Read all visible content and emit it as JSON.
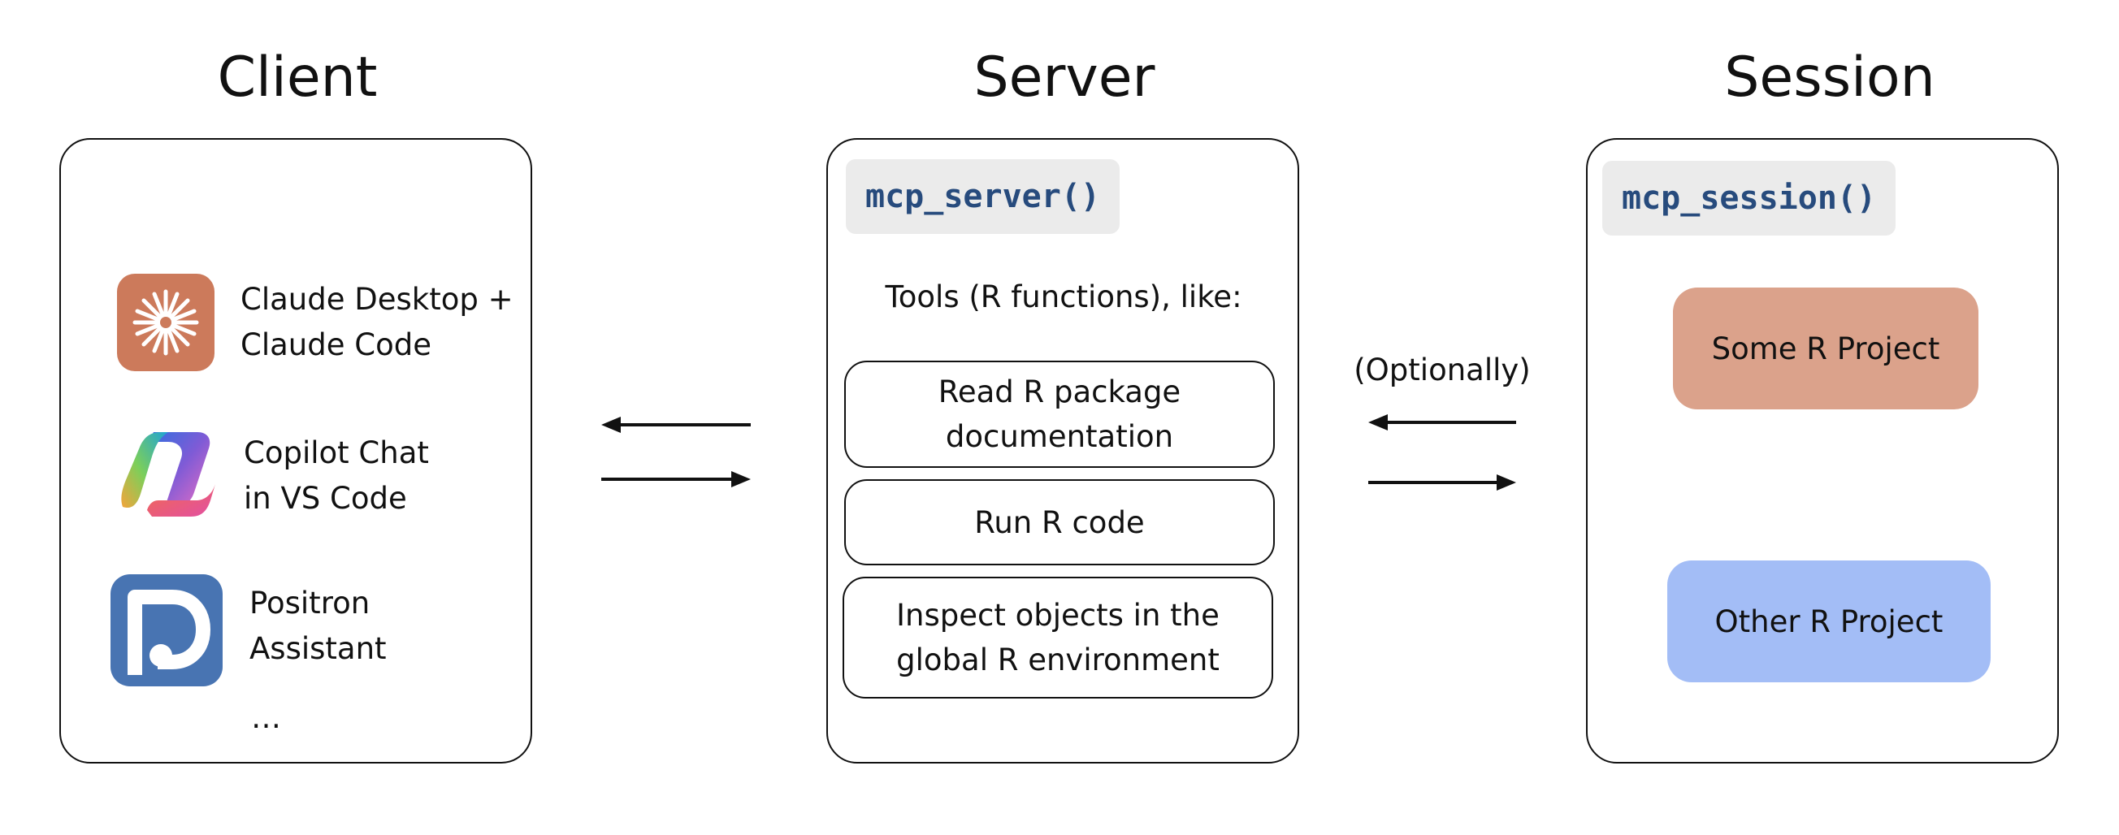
{
  "columns": {
    "client": {
      "title": "Client",
      "apps": [
        {
          "name": "claude-icon",
          "line1": "Claude Desktop +",
          "line2": "Claude Code"
        },
        {
          "name": "copilot-icon",
          "line1": "Copilot Chat",
          "line2": "in VS Code"
        },
        {
          "name": "positron-icon",
          "line1": "Positron",
          "line2": "Assistant"
        }
      ],
      "ellipsis": "…"
    },
    "server": {
      "title": "Server",
      "function": "mcp_server()",
      "tools_caption": "Tools (R functions), like:",
      "tools": [
        {
          "line1": "Read R package",
          "line2": "documentation"
        },
        {
          "line1": "Run R code",
          "line2": ""
        },
        {
          "line1": "Inspect objects in the",
          "line2": "global R environment"
        }
      ]
    },
    "session": {
      "title": "Session",
      "function": "mcp_session()",
      "projects": [
        {
          "label": "Some R Project",
          "color": "#dba28b"
        },
        {
          "label": "Other R Project",
          "color": "#a3bdf6"
        }
      ]
    }
  },
  "connector_label": "(Optionally)",
  "colors": {
    "claude": "#cc7a5b",
    "positron": "#4874b2",
    "chip_text": "#274b7d",
    "chip_bg": "#ebebeb"
  }
}
